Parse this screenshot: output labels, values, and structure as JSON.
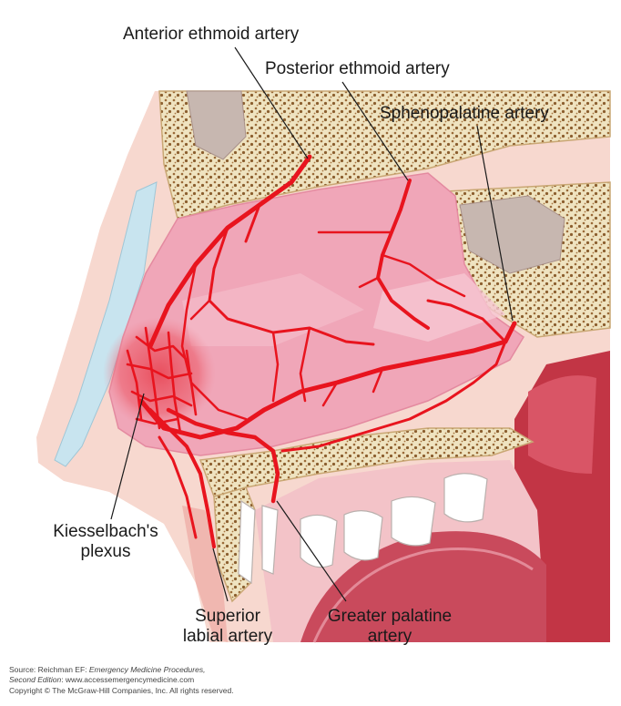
{
  "labels": {
    "anterior_ethmoid": "Anterior ethmoid artery",
    "posterior_ethmoid": "Posterior ethmoid artery",
    "sphenopalatine": "Sphenopalatine artery",
    "kiesselbach_line1": "Kiesselbach's",
    "kiesselbach_line2": "plexus",
    "superior_labial_line1": "Superior",
    "superior_labial_line2": "labial artery",
    "greater_palatine_line1": "Greater palatine",
    "greater_palatine_line2": "artery"
  },
  "source": {
    "prefix": "Source: Reichman EF: ",
    "title_line1": "Emergency Medicine Procedures,",
    "title_line2": "Second Edition",
    "url_text": ": www.accessemergencymedicine.com",
    "copyright": "Copyright © The McGraw-Hill Companies, Inc. All rights reserved."
  },
  "colors": {
    "artery": "#e8141e",
    "mucosa": "#f0a6b8",
    "mucosa_light": "#f6c7d2",
    "bone": "#efe3c0",
    "bone_dots": "#8b5e2e",
    "skin": "#f7d8cf",
    "cartilage": "#c8e4ef",
    "oral": "#c23545",
    "teeth": "#ffffff"
  }
}
